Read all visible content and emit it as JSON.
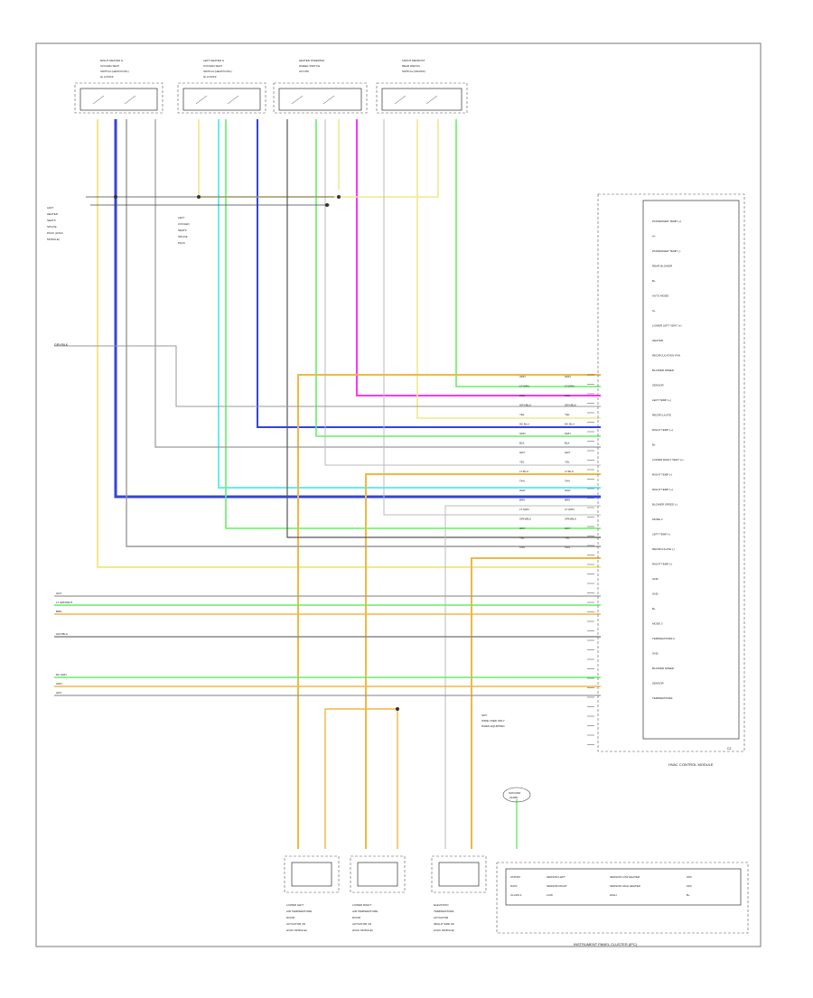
{
  "diagram": {
    "page_marker": "",
    "top_components": [
      {
        "name": "Right Heated / Cooled Seat Switch",
        "lines": [
          "RIGHT HEATED &",
          "COOLED SEAT",
          "SWITCH (HEAT/COOL)",
          "HI LO/OFF"
        ]
      },
      {
        "name": "Left Heated / Cooled Seat Switch",
        "lines": [
          "LEFT HEATED &",
          "COOLED SEAT",
          "SWITCH (HEAT/COOL)",
          "HI LO/OFF"
        ]
      },
      {
        "name": "Heated Steering Wheel Switch",
        "lines": [
          "HEATED STEERING",
          "WHEEL SWITCH",
          "ON OFF"
        ]
      },
      {
        "name": "Front Defrost / Rear Defog Switch",
        "lines": [
          "FRONT DEFROST",
          "REAR DEFOG",
          "SWITCH (ON/OFF)"
        ]
      }
    ],
    "left_notes": {
      "splice_a": [
        "LEFT",
        "HEATED",
        "SEATS",
        "SPLICE",
        "PACK (HVAC",
        "MODULE)"
      ],
      "splice_b": [
        "LEFT",
        "COOLED",
        "SEATS",
        "SPLICE",
        "PACK"
      ],
      "wire_label_top": "GRY/BLK",
      "left_wires": [
        "GRY",
        "LT GRN/WHT",
        "BRN",
        "GRY/BLK",
        "DK GRN",
        "ORN",
        "GRY"
      ]
    },
    "hvac_module": {
      "title": "HVAC CONTROL MODULE",
      "sub": "C2",
      "pin_labels": [
        "PASSENGER TEMP (+)",
        "A+",
        "PASSENGER TEMP (-)",
        "REAR BLOWER",
        "B+",
        "AUTO MODE",
        "A+",
        "LOWER LEFT VENT (+)",
        "HEATER",
        "RECIRCULATION FAN",
        "BLOWER SPEED",
        "SENSOR",
        "LEFT TEMP (+)",
        "RECIRCULATE",
        "RIGHT TEMP (+)",
        "B+",
        "LOWER RIGHT VENT (+)",
        "RIGHT TEMP (-)",
        "RIGHT TEMP (+)",
        "BLOWER SPEED (-)",
        "MODE 2",
        "LEFT TEMP (-)",
        "RECIRCULATE (-)",
        "RIGHT TEMP (-)",
        "GND",
        "GND",
        "B+",
        "MODE 3",
        "TEMPERATURE 2",
        "GND",
        "BLOWER SPEED",
        "SENSOR",
        "TEMPERATURE"
      ],
      "wire_colors": [
        "ORN",
        "LT GRN",
        "PNK",
        "GRY/BLK",
        "YEL",
        "DK BLU",
        "GRN",
        "BLK",
        "GRY",
        "YEL",
        "LT BLU",
        "TAN",
        "WHT",
        "BRN",
        "LT GRN",
        "ORN/BLK",
        "GRY",
        "YEL",
        "TAN"
      ]
    },
    "bottom_actuators": [
      {
        "lines": [
          "LOWER LEFT",
          "AIR TEMPERATURE",
          "DOOR",
          "ACTUATOR (IN",
          "HVAC MODULE)"
        ]
      },
      {
        "lines": [
          "LOWER RIGHT",
          "AIR TEMPERATURE",
          "DOOR",
          "ACTUATOR (IN",
          "HVAC MODULE)"
        ]
      },
      {
        "lines": [
          "ELEVATION",
          "TEMPERATURE",
          "ACTUATOR",
          "(RIGHT SIDE OF",
          "HVAC MODULE)"
        ]
      }
    ],
    "ground": {
      "label": "GROUND",
      "sub": "(G305)"
    },
    "note_gray": [
      "GRY",
      "WIRE USED ONLY",
      "WHEN EQUIPPED"
    ],
    "instrument_cluster": {
      "title": "INSTRUMENT PANEL CLUSTER (IPC)",
      "rows": [
        [
          "ON/OFF",
          "SENSOR LEFT",
          "SENSOR LOW HEATER",
          "OFF"
        ],
        [
          "DATA",
          "SENSOR RIGHT",
          "SENSOR HIGH HEATER",
          "OFF"
        ],
        [
          "CLASS 2",
          "LOW",
          "HIGH",
          "B+"
        ]
      ]
    },
    "colors": {
      "blue": "#3344dd",
      "magenta": "#ff33ff",
      "yellow": "#f2e88a",
      "orange": "#f0b844",
      "green": "#66ee66",
      "cyan": "#66eeee",
      "gray": "#999999",
      "dark": "#555555"
    }
  }
}
